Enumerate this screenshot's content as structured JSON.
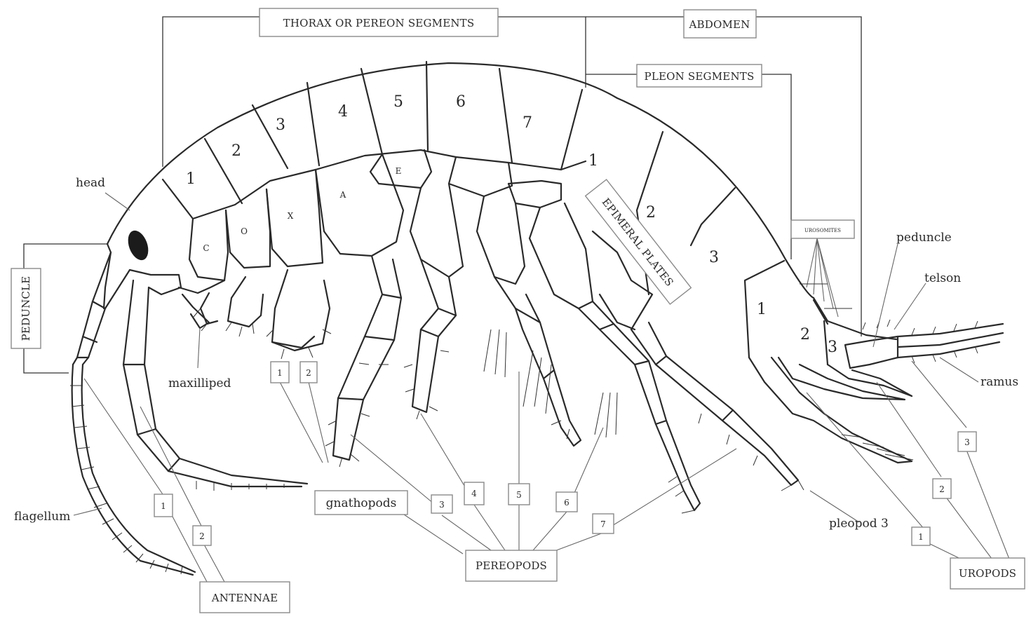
{
  "labels": {
    "thorax": "THORAX OR PEREON SEGMENTS",
    "abdomen": "ABDOMEN",
    "pleon": "PLEON SEGMENTS",
    "urosomites": "UROSOMITES",
    "epimeral": "EPIMERAL PLATES",
    "head": "head",
    "peduncle_box": "PEDUNCLE",
    "maxilliped": "maxilliped",
    "flagellum": "flagellum",
    "antennae": "ANTENNAE",
    "gnathopods": "gnathopods",
    "pereopods": "PEREOPODS",
    "pleopod3": "pleopod 3",
    "uropods": "UROPODS",
    "peduncle": "peduncle",
    "telson": "telson",
    "ramus": "ramus"
  },
  "coxa_letters": [
    "C",
    "O",
    "X",
    "A",
    "E"
  ],
  "thorax_numbers": [
    "1",
    "2",
    "3",
    "4",
    "5",
    "6",
    "7"
  ],
  "pleon_numbers": [
    "1",
    "2",
    "3"
  ],
  "urosome_numbers": [
    "1",
    "2",
    "3"
  ],
  "antenna_numbers": [
    "1",
    "2"
  ],
  "gnathopod_numbers": [
    "1",
    "2"
  ],
  "pereopod_numbers": [
    "3",
    "4",
    "5",
    "6",
    "7"
  ],
  "uropod_numbers": [
    "1",
    "2",
    "3"
  ]
}
